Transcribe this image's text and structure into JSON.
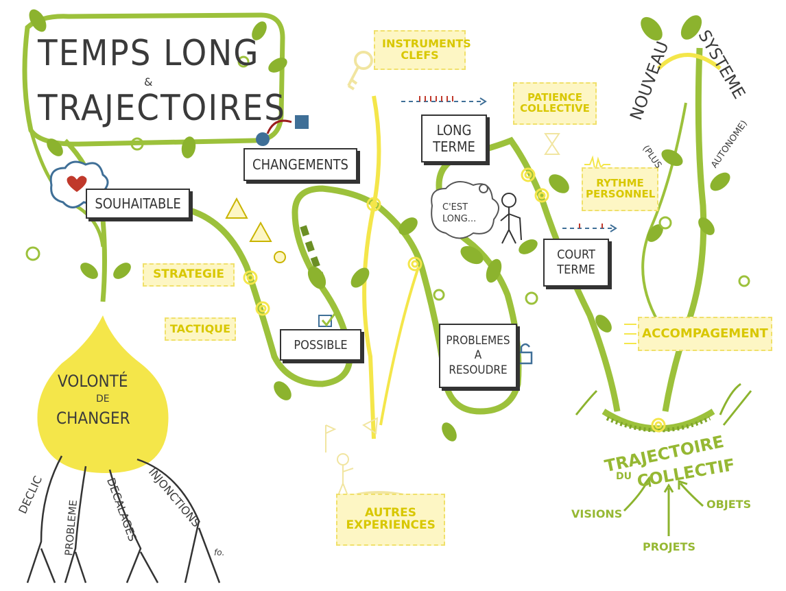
{
  "title": {
    "line1": "TEMPS LONG",
    "amp": "&",
    "line2": "TRAJECTOIRES"
  },
  "signs": {
    "souhaitable": "SOUHAITABLE",
    "changements": "CHANGEMENTS",
    "possible": "POSSIBLE",
    "long_terme": "LONG TERME",
    "court_terme": "COURT TERME",
    "problemes": "PROBLEMES A RESOUDRE"
  },
  "yellow_labels": {
    "strategie": "STRATEGIE",
    "tactique": "TACTIQUE",
    "instruments": "INSTRUMENTS CLEFS",
    "patience": "PATIENCE COLLECTIVE",
    "rythme": "RYTHME PERSONNEL",
    "accompagement": "ACCOMPAGEMENT",
    "autres": "AUTRES EXPERIENCES"
  },
  "bulb": {
    "line1": "VOLONTÉ",
    "line2": "DE",
    "line3": "CHANGER"
  },
  "roots": {
    "declic": "DECLIC",
    "probleme": "PROBLEME",
    "decalages": "DECALAGES",
    "injonctions": "INJONCTIONS"
  },
  "cloud": "C'EST LONG...",
  "nouveau_systeme": {
    "nouveau": "NOUVEAU",
    "systeme": "SYSTEME",
    "plus": "(PLUS",
    "autonome": "AUTONOME)"
  },
  "trajectoire": {
    "line1": "TRAJECTOIRE",
    "line2": "DU",
    "line3": "COLLECTIF"
  },
  "inputs": {
    "visions": "VISIONS",
    "projets": "PROJETS",
    "objets": "OBJETS"
  },
  "signature": "fo.",
  "colors": {
    "vine": "#9cc13b",
    "vine_dark": "#7fa52a",
    "yellow": "#f4e64a",
    "ink": "#333333",
    "heart": "#c0392b",
    "blue": "#3f6f97"
  }
}
